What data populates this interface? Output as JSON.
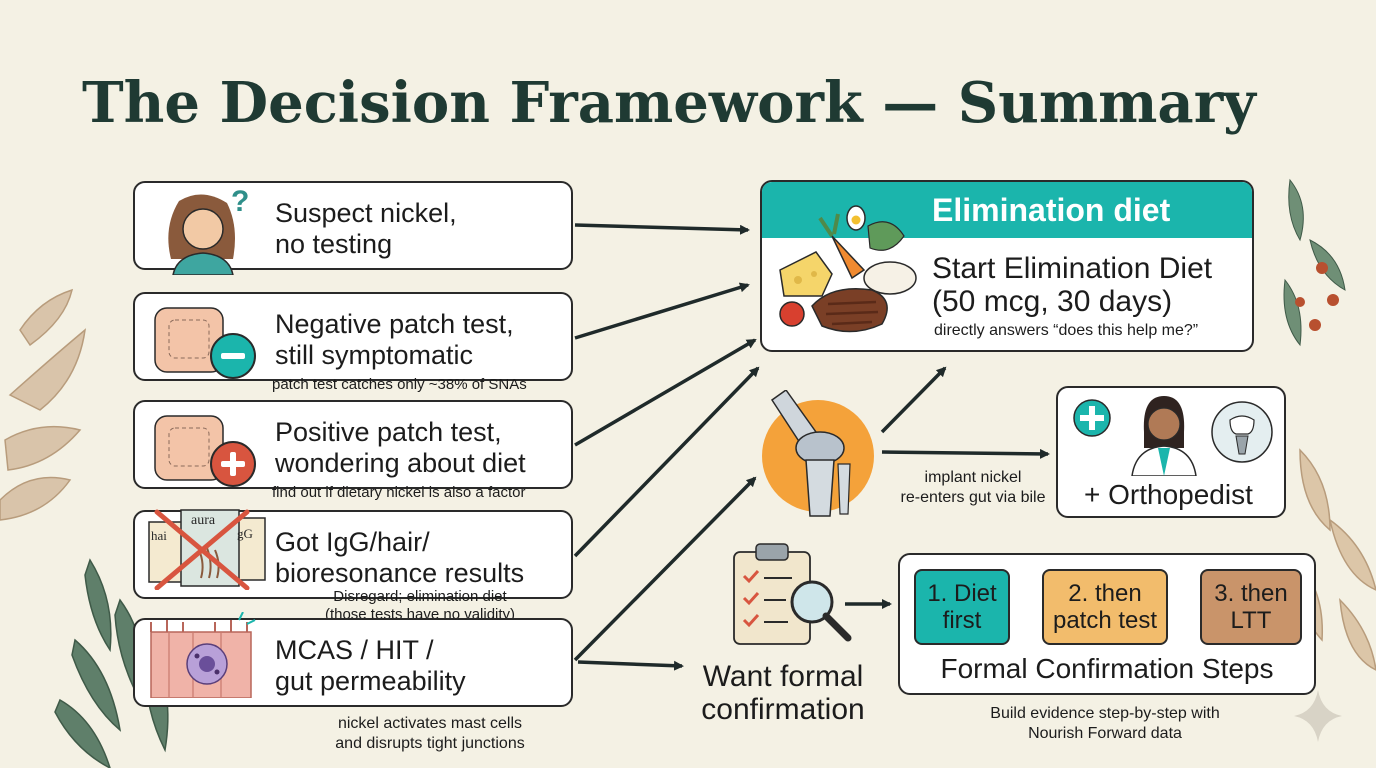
{
  "title": "The Decision Framework — Summary",
  "scenarios": [
    {
      "line1": "Suspect nickel,",
      "line2": "no testing",
      "note": ""
    },
    {
      "line1": "Negative patch test,",
      "line2": "still symptomatic",
      "note": "patch test catches only ~38% of SNAs"
    },
    {
      "line1": "Positive patch test,",
      "line2": "wondering about diet",
      "note": "find out if dietary nickel is also a factor"
    },
    {
      "line1": "Got IgG/hair/",
      "line2": "bioresonance results",
      "note1": "Disregard; elimination diet",
      "note2": "(those tests have no validity)"
    },
    {
      "line1": "MCAS / HIT /",
      "line2": "gut permeability",
      "note1": "nickel activates mast cells",
      "note2": "and disrupts tight junctions"
    }
  ],
  "icon_labels": {
    "hair": "hai",
    "aura": "aura",
    "igg": "gG"
  },
  "elimination": {
    "header": "Elimination diet",
    "line1": "Start Elimination Diet",
    "line2": "(50 mcg, 30 days)",
    "note": "directly answers “does this help me?”"
  },
  "implant": {
    "note1": "implant nickel",
    "note2": "re-enters gut via bile"
  },
  "orthopedist": {
    "label": "+ Orthopedist"
  },
  "formal": {
    "line1": "Want formal",
    "line2": "confirmation"
  },
  "steps": {
    "items": [
      {
        "line1": "1. Diet",
        "line2": "first",
        "color": "#1bb5ac"
      },
      {
        "line1": "2. then",
        "line2": "patch test",
        "color": "#f2bc6c"
      },
      {
        "line1": "3. then",
        "line2": "LTT",
        "color": "#c9946a"
      }
    ],
    "caption": "Formal Confirmation Steps",
    "note1": "Build evidence step-by-step with",
    "note2": "Nourish Forward data"
  },
  "colors": {
    "teal": "#1bb5ac",
    "red": "#d8553f",
    "ink": "#2a2a2a",
    "background": "#f4f1e4"
  }
}
